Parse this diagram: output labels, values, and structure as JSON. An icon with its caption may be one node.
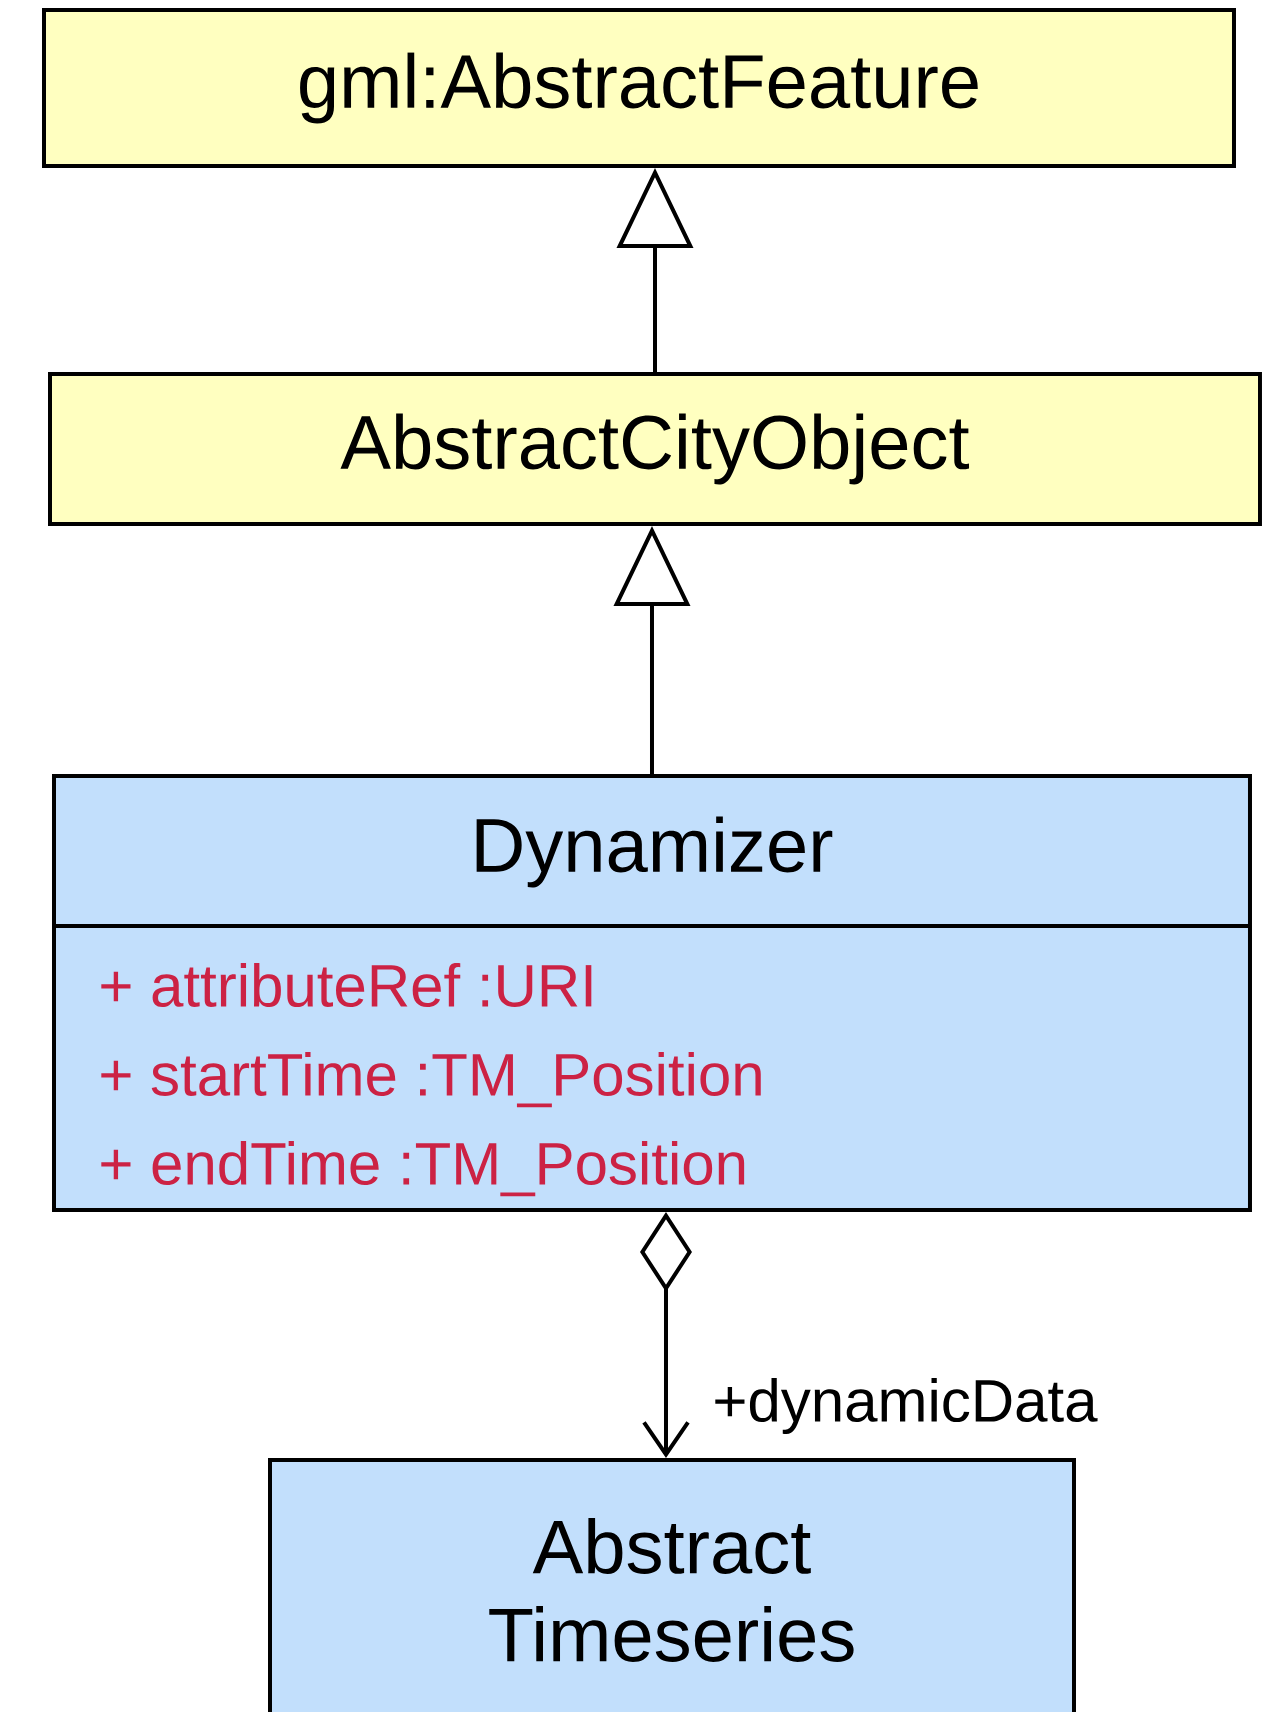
{
  "diagram": {
    "nodes": [
      {
        "text": [
          "gml:AbstractFeature"
        ]
      },
      {
        "text": [
          "AbstractCityObject"
        ]
      },
      {
        "text": [
          "Dynamizer",
          "+ attributeRef :URI",
          "+ startTime :TM_Position",
          "+ endTime :TM_Position"
        ]
      },
      {
        "text": [
          "Abstract Timeseries"
        ]
      }
    ],
    "edges": [
      {
        "from": 1,
        "to": 0,
        "arrow": "to"
      },
      {
        "from": 2,
        "to": 1,
        "arrow": "to"
      },
      {
        "from": 2,
        "to": 3,
        "arrow": "to",
        "label": "+dynamicData"
      }
    ]
  }
}
